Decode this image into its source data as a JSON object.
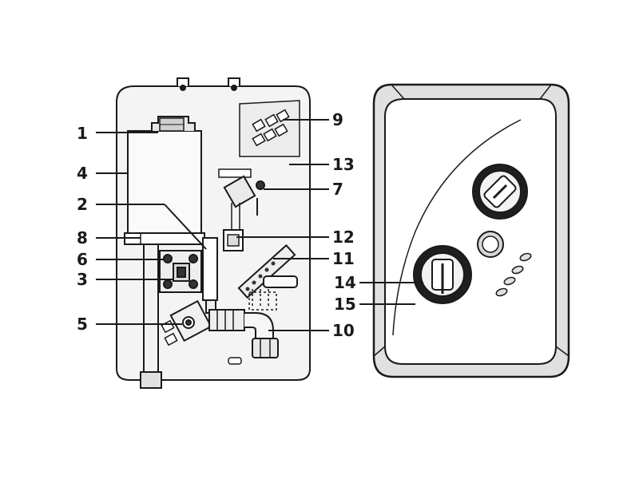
{
  "diagram": {
    "left_view": {
      "callouts": [
        {
          "id": "1",
          "label": "1"
        },
        {
          "id": "4",
          "label": "4"
        },
        {
          "id": "2",
          "label": "2"
        },
        {
          "id": "8",
          "label": "8"
        },
        {
          "id": "6",
          "label": "6"
        },
        {
          "id": "3",
          "label": "3"
        },
        {
          "id": "5",
          "label": "5"
        },
        {
          "id": "9",
          "label": "9"
        },
        {
          "id": "13",
          "label": "13"
        },
        {
          "id": "7",
          "label": "7"
        },
        {
          "id": "12",
          "label": "12"
        },
        {
          "id": "11",
          "label": "11"
        },
        {
          "id": "10",
          "label": "10"
        }
      ]
    },
    "right_view": {
      "callouts": [
        {
          "id": "14",
          "label": "14"
        },
        {
          "id": "15",
          "label": "15"
        }
      ]
    },
    "colors": {
      "line": "#1a1a1a",
      "fill_light": "#f2f2f2",
      "fill_mid": "#d9d9d9",
      "fill_dark": "#333333"
    }
  }
}
